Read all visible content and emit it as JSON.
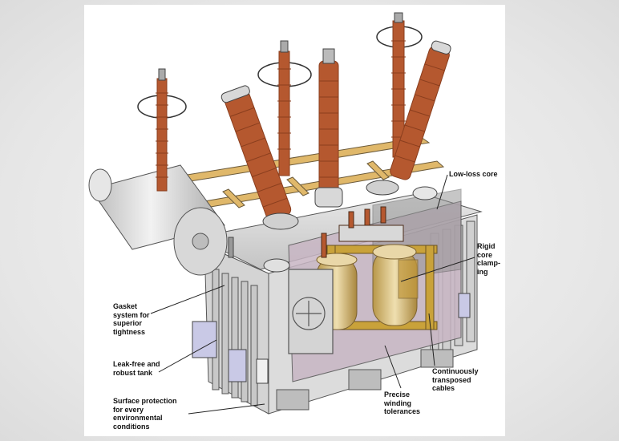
{
  "labels": {
    "low_loss_core": "Low-loss core",
    "rigid_core_clamping": "Rigid\ncore\nclamp-\ning",
    "gasket_system": "Gasket\nsystem for\nsuperior\ntightness",
    "leak_free_tank": "Leak-free and\nrobust tank",
    "surface_protection": "Surface protection\nfor every\nenvironmental\nconditions",
    "precise_winding": "Precise\nwinding\ntolerances",
    "continuously_transposed": "Continuously\ntransposed\ncables"
  },
  "colors": {
    "bushing": "#b5582f",
    "bushing_dark": "#8a3e1e",
    "tank": "#d9d9d9",
    "tank_shade": "#b8b8b8",
    "core_gold": "#c9a23a",
    "winding": "#e9d7a8",
    "interior_mauve": "#c8b6c4",
    "rail": "#e0b86a",
    "panel_blue": "#c9c9e6"
  }
}
